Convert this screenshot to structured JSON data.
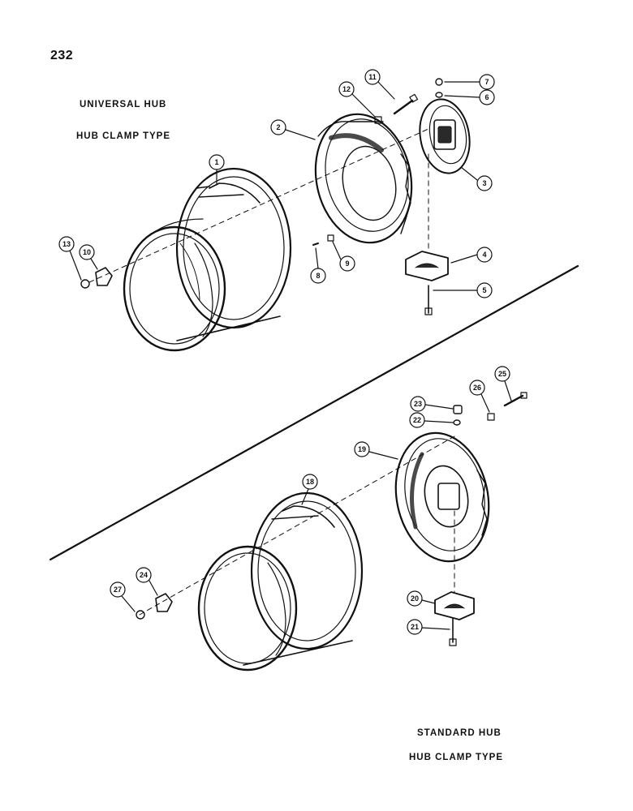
{
  "page_number": "232",
  "upper": {
    "title_line1": "UNIVERSAL HUB",
    "title_line2": "HUB CLAMP TYPE"
  },
  "lower": {
    "title_line1": "STANDARD HUB",
    "title_line2": "HUB CLAMP TYPE"
  },
  "callouts": [
    "1",
    "2",
    "3",
    "4",
    "5",
    "6",
    "7",
    "8",
    "9",
    "10",
    "11",
    "12",
    "13",
    "18",
    "19",
    "20",
    "21",
    "22",
    "23",
    "24",
    "25",
    "26",
    "27"
  ],
  "colors": {
    "ink": "#111111",
    "paper": "#ffffff",
    "shade": "#2a2a2a"
  }
}
